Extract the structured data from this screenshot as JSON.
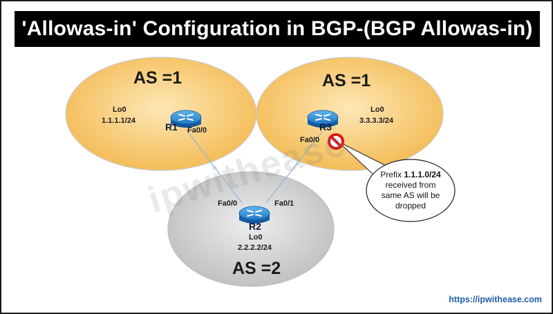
{
  "title": "'Allowas-in' Configuration in BGP-(BGP Allowas-in)",
  "watermark": "ipwithease",
  "footer_url": "https://ipwithease.com",
  "colors": {
    "as1_fill": "#f7c96b",
    "as2_fill": "#cfcfcf",
    "router": "#2f8fd8",
    "link": "#8fb3d9"
  },
  "autonomous_systems": [
    {
      "label": "AS =1"
    },
    {
      "label": "AS =1"
    },
    {
      "label": "AS =2"
    }
  ],
  "routers": [
    {
      "name": "R1",
      "loopback_name": "Lo0",
      "loopback_ip": "1.1.1.1/24",
      "interfaces": [
        "Fa0/0"
      ]
    },
    {
      "name": "R3",
      "loopback_name": "Lo0",
      "loopback_ip": "3.3.3.3/24",
      "interfaces": [
        "Fa0/0"
      ]
    },
    {
      "name": "R2",
      "loopback_name": "Lo0",
      "loopback_ip": "2.2.2.2/24",
      "interfaces": [
        "Fa0/0",
        "Fa0/1"
      ]
    }
  ],
  "callout": {
    "prefix_label": "Prefix",
    "prefix_value": "1.1.1.0/24",
    "rest": "received from same AS will be dropped"
  },
  "icons": [
    "router-icon",
    "prohibited-icon"
  ]
}
